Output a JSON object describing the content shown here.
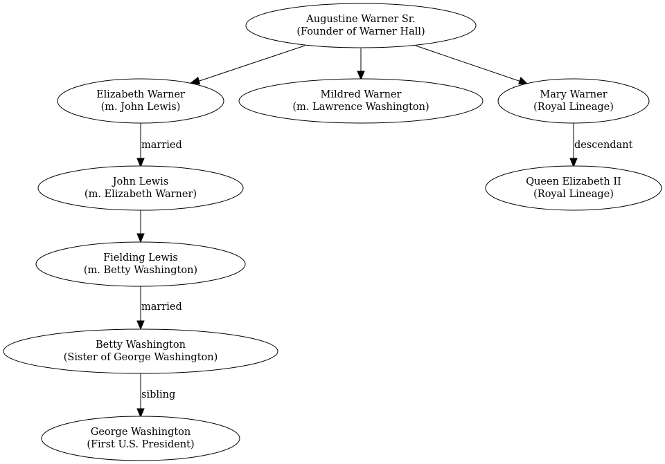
{
  "nodes": {
    "augustine": {
      "name": "Augustine Warner Sr.",
      "note": "(Founder of Warner Hall)"
    },
    "elizabeth": {
      "name": "Elizabeth Warner",
      "note": "(m. John Lewis)"
    },
    "mildred": {
      "name": "Mildred Warner",
      "note": "(m. Lawrence Washington)"
    },
    "mary": {
      "name": "Mary Warner",
      "note": "(Royal Lineage)"
    },
    "john_lewis": {
      "name": "John Lewis",
      "note": "(m. Elizabeth Warner)"
    },
    "queen": {
      "name": "Queen Elizabeth II",
      "note": "(Royal Lineage)"
    },
    "fielding": {
      "name": "Fielding Lewis",
      "note": "(m. Betty Washington)"
    },
    "betty": {
      "name": "Betty Washington",
      "note": "(Sister of George Washington)"
    },
    "george": {
      "name": "George Washington",
      "note": "(First U.S. President)"
    }
  },
  "edges": {
    "elizabeth_john": "married",
    "mary_queen": "descendant",
    "fielding_betty": "married",
    "betty_george": "sibling"
  }
}
